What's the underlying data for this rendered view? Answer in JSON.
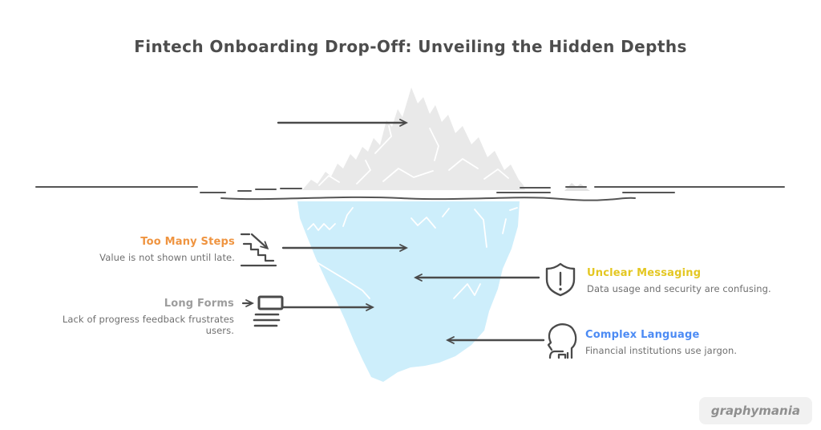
{
  "title": "Fintech Onboarding Drop-Off: Unveiling the Hidden Depths",
  "watermark": "graphymania",
  "colors": {
    "title_text": "#4D4D4D",
    "line_art": "#4A4A4A",
    "water_line": "#555555",
    "desc_text": "#6F6F6F",
    "iceberg_above_water": "#E9E9E9",
    "iceberg_below_water": "#CDEEFB",
    "ice_bump": "#E3E3E3",
    "crack_lines": "#FFFFFF",
    "watermark_bg": "#F1F1F1",
    "watermark_text": "#8F8F8F"
  },
  "callouts": [
    {
      "id": "too-many-steps",
      "label": "Too Many Steps",
      "description": "Value is not shown until late.",
      "color": "#EF9440",
      "icon": "stairs-down-icon",
      "side": "left"
    },
    {
      "id": "long-forms",
      "label": "Long Forms",
      "description": "Lack of progress feedback frustrates users.",
      "color": "#9D9D9D",
      "icon": "form-lines-icon",
      "side": "left"
    },
    {
      "id": "unclear-messaging",
      "label": "Unclear Messaging",
      "description": "Data usage and security are confusing.",
      "color": "#E4C722",
      "icon": "shield-exclamation-icon",
      "side": "right"
    },
    {
      "id": "complex-language",
      "label": "Complex Language",
      "description": "Financial institutions use jargon.",
      "color": "#4C8BF4",
      "icon": "head-speech-icon",
      "side": "right"
    }
  ]
}
